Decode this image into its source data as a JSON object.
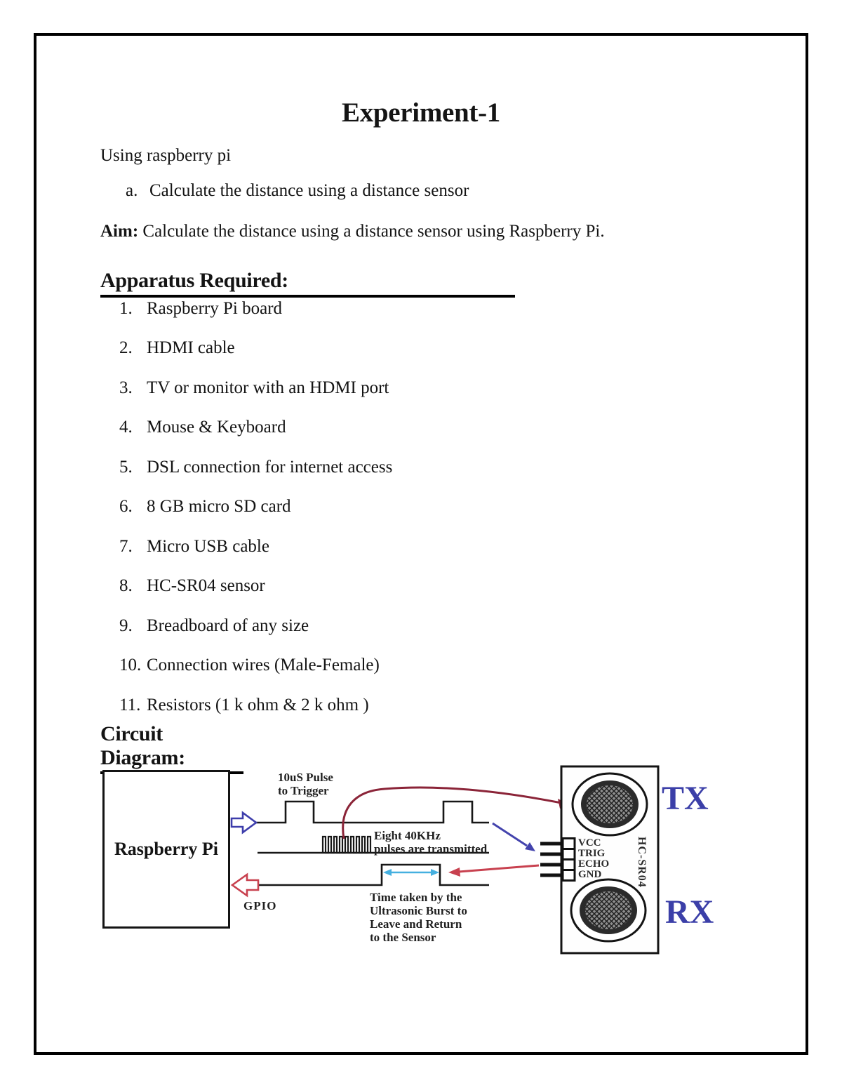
{
  "document": {
    "title": "Experiment-1",
    "intro": "Using raspberry pi",
    "objective_marker": "a.",
    "objective": "Calculate the distance using a distance sensor",
    "aim_label": "Aim:",
    "aim": "Calculate the distance using a distance sensor using Raspberry Pi.",
    "apparatus_heading": "Apparatus Required:",
    "apparatus_items": [
      {
        "num": "1.",
        "text": "Raspberry Pi board"
      },
      {
        "num": "2.",
        "text": "HDMI cable"
      },
      {
        "num": "3.",
        "text": "TV or monitor with an HDMI port"
      },
      {
        "num": "4.",
        "text": "Mouse & Keyboard"
      },
      {
        "num": "5.",
        "text": "DSL connection for internet access"
      },
      {
        "num": "6.",
        "text": "8 GB micro SD card"
      },
      {
        "num": "7.",
        "text": "Micro USB cable"
      },
      {
        "num": "8.",
        "text": "HC-SR04 sensor"
      },
      {
        "num": "9.",
        "text": "Breadboard of any size"
      },
      {
        "num": "10.",
        "text": "Connection wires (Male-Female)"
      },
      {
        "num": "11.",
        "text": "Resistors (1 k ohm & 2 k ohm )"
      }
    ],
    "circuit_heading": "Circuit Diagram:"
  },
  "diagram": {
    "rpi_label": "Raspberry Pi",
    "gpio_label": "GPIO",
    "trigger_label_lines": [
      "10uS Pulse",
      "to Trigger"
    ],
    "burst_label_lines": [
      "Eight 40KHz",
      "pulses are transmitted"
    ],
    "echo_label_lines": [
      "Time taken by the",
      "Ultrasonic Burst to",
      "Leave and Return",
      "to the Sensor"
    ],
    "pin_labels": [
      "VCC",
      "TRIG",
      "ECHO",
      "GND"
    ],
    "module_label": "HC-SR04",
    "tx_label": "TX",
    "rx_label": "RX",
    "colors": {
      "trigger_arrow_blue": "#3d3dab",
      "gpio_arrow_red": "#c8414f",
      "burst_curve_maroon": "#8b2438",
      "echo_time_cyan": "#45b0e0",
      "transducer_label_blue": "#3b3fa8",
      "waveform_black": "#171717"
    }
  }
}
